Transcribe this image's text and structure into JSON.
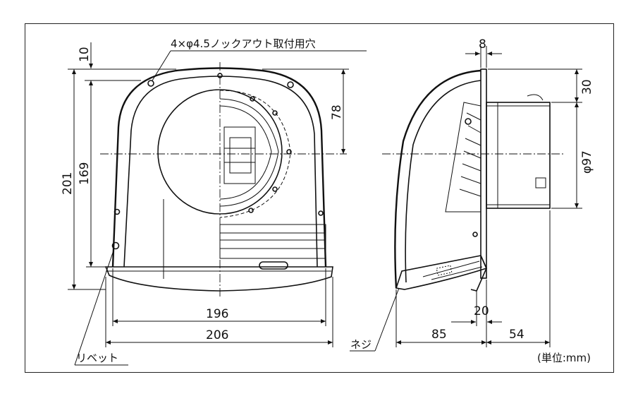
{
  "drawing": {
    "hole_note": "4×φ4.5ノックアウト取付用穴",
    "rivet_label": "リベット",
    "screw_label": "ネジ",
    "unit_note": "(単位:mm)"
  },
  "front_view": {
    "dims": {
      "top_offset": "10",
      "total_height": "201",
      "inner_height": "169",
      "center_height": "78",
      "inner_width": "196",
      "total_width": "206"
    }
  },
  "side_view": {
    "dims": {
      "flange_thickness": "8",
      "top_to_duct": "30",
      "duct_diameter": "φ97",
      "lip": "20",
      "hood_depth": "85",
      "duct_length": "54"
    }
  }
}
